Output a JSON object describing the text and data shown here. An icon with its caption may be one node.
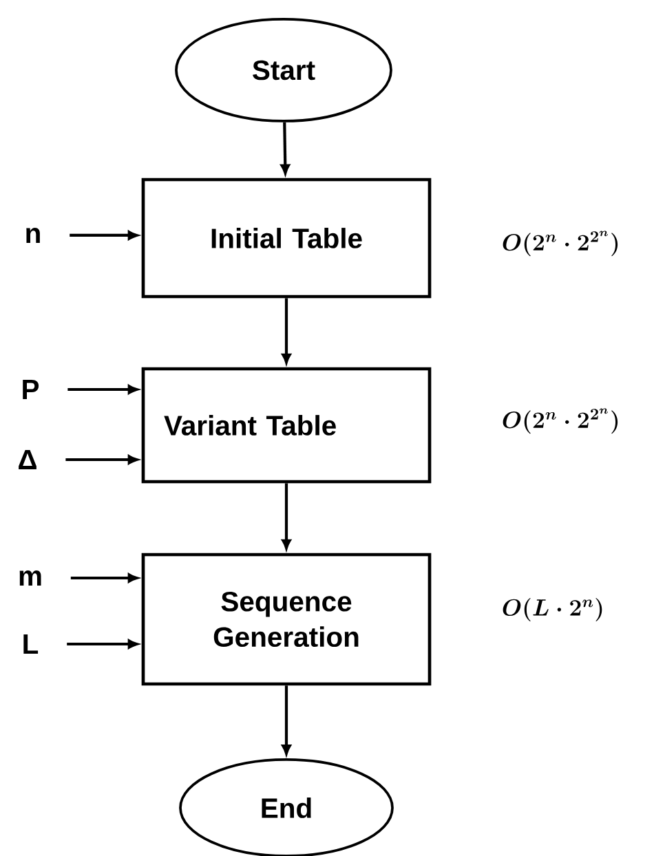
{
  "diagram": {
    "nodes": [
      {
        "text": [
          "Start"
        ]
      },
      {
        "text": [
          "n"
        ]
      },
      {
        "text": [
          "Initial Table"
        ]
      },
      {
        "text": [
          "P"
        ]
      },
      {
        "text": [
          "Δ"
        ]
      },
      {
        "text": [
          "Variant Table"
        ]
      },
      {
        "text": [
          "m"
        ]
      },
      {
        "text": [
          "L"
        ]
      },
      {
        "text": [
          "Sequence Generation"
        ]
      },
      {
        "text": [
          "End"
        ]
      }
    ],
    "edges": [
      {
        "from": 0,
        "to": 2,
        "arrow": "to"
      },
      {
        "from": 1,
        "to": 2,
        "arrow": "to"
      },
      {
        "from": 2,
        "to": 5,
        "arrow": "to"
      },
      {
        "from": 3,
        "to": 5,
        "arrow": "to"
      },
      {
        "from": 4,
        "to": 5,
        "arrow": "to"
      },
      {
        "from": 5,
        "to": 8,
        "arrow": "to"
      },
      {
        "from": 6,
        "to": 8,
        "arrow": "to"
      },
      {
        "from": 7,
        "to": 8,
        "arrow": "to"
      },
      {
        "from": 8,
        "to": 9,
        "arrow": "to"
      }
    ],
    "labels": [
      "O(2^{n}\\cdot 2^{2^{n}})",
      "O(2^{n}\\cdot 2^{2^{n}})",
      "O(L\\cdot 2^{n})"
    ]
  }
}
